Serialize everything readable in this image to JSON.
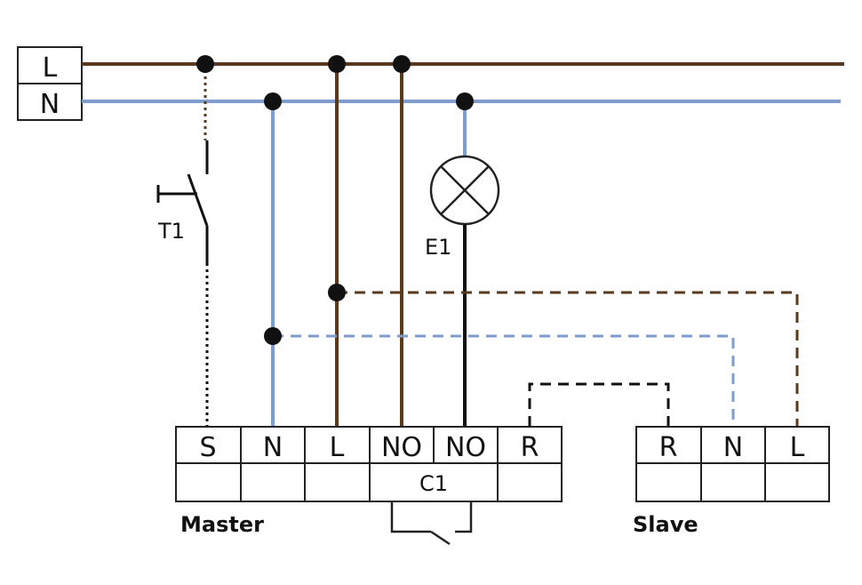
{
  "colors": {
    "live": "#5a3a1e",
    "neutral": "#7f9ccf",
    "black": "#111111",
    "background": "#ffffff"
  },
  "supply": {
    "live_label": "L",
    "neutral_label": "N"
  },
  "switch": {
    "label": "T1"
  },
  "lamp": {
    "label": "E1"
  },
  "master": {
    "title": "Master",
    "terminals": [
      "S",
      "N",
      "L",
      "NO",
      "NO",
      "R"
    ],
    "contact_label": "C1"
  },
  "slave": {
    "title": "Slave",
    "terminals": [
      "R",
      "N",
      "L"
    ]
  }
}
